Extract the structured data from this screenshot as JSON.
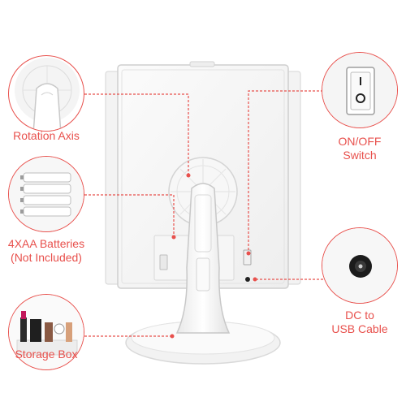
{
  "accent_color": "#e8504c",
  "callouts": {
    "rotation_axis": {
      "label": "Rotation Axis"
    },
    "batteries": {
      "line1": "4XAA Batteries",
      "line2": "(Not Included)"
    },
    "storage_box": {
      "label": "Storage Box"
    },
    "switch": {
      "line1": "ON/OFF",
      "line2": "Switch"
    },
    "dc": {
      "line1": "DC to",
      "line2": "USB Cable"
    }
  },
  "icons": {
    "product": "vanity-mirror-back-view",
    "switch": "rocker-switch-icon",
    "dc_port": "dc-jack-icon",
    "battery": "battery-holder-icon",
    "cosmetics": "cosmetics-icon",
    "hinge": "rotation-hinge-icon"
  }
}
